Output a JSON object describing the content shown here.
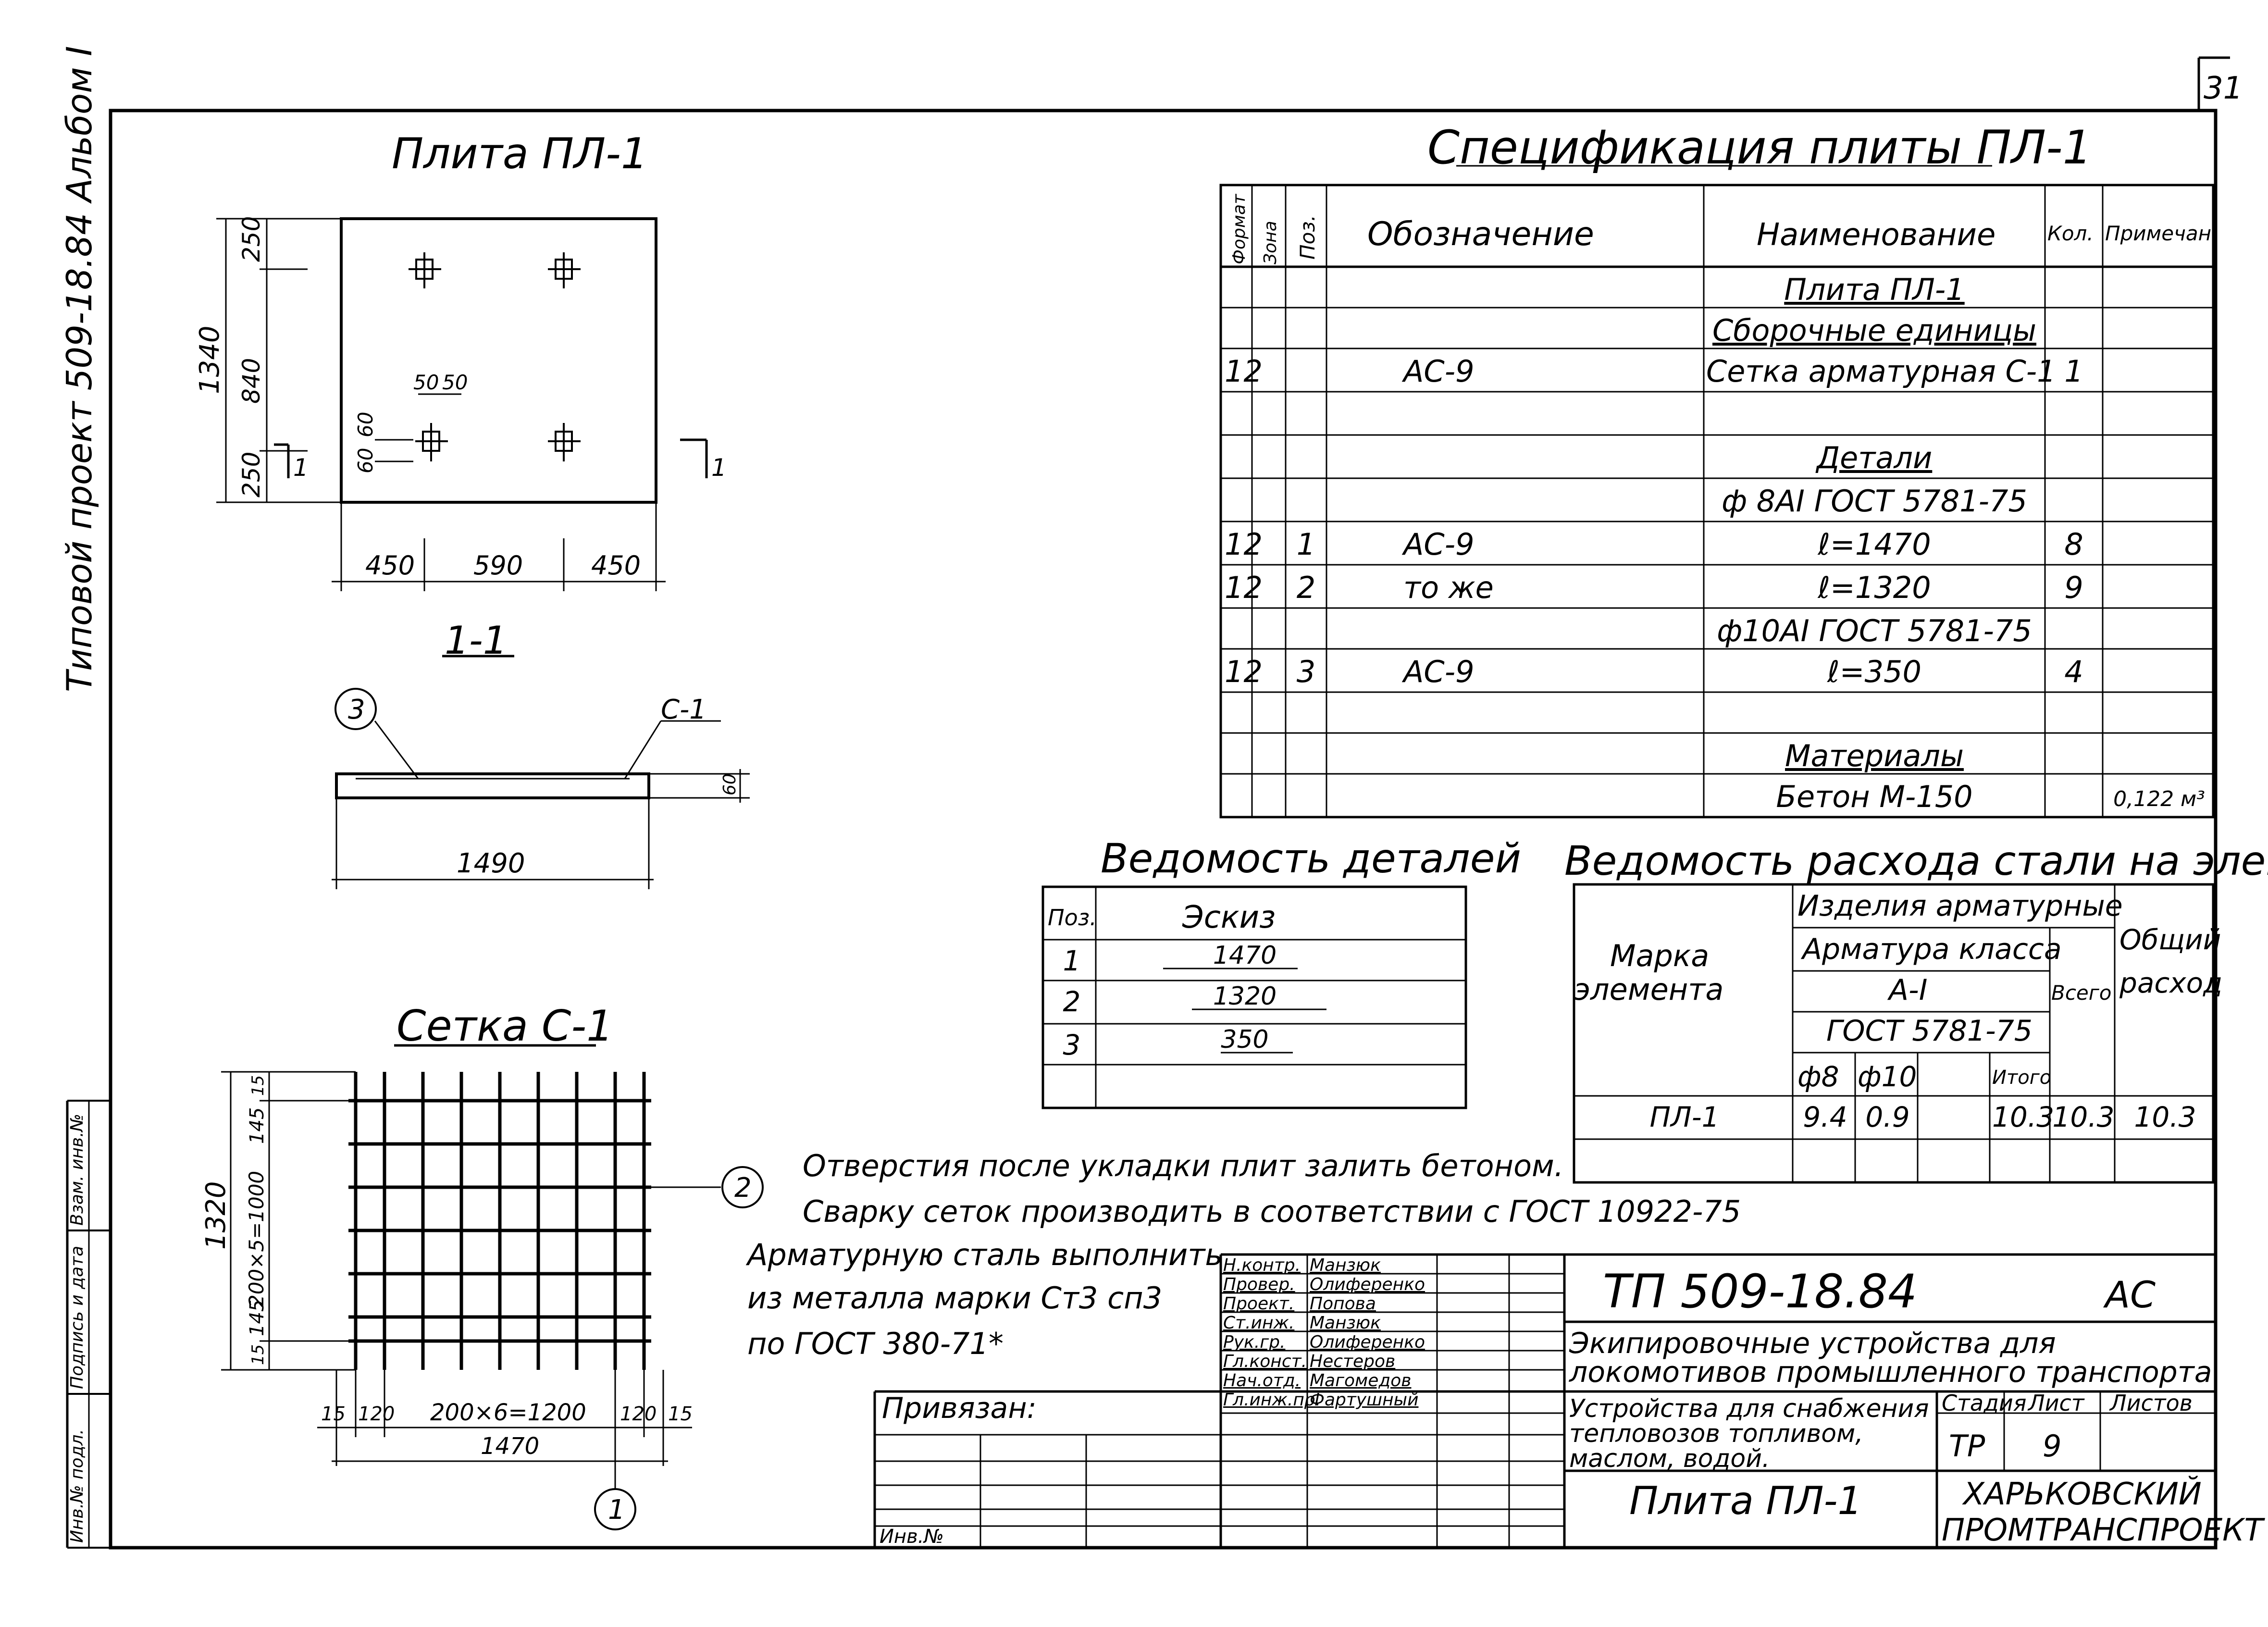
{
  "page_number": "31",
  "side_title": "Типовой проект 509-18.84 Альбом I",
  "plate": {
    "title": "Плита ПЛ-1",
    "dims_vertical": [
      "250",
      "840",
      "250"
    ],
    "dim_total_vertical": "1340",
    "dims_horizontal": [
      "450",
      "590",
      "450"
    ],
    "hole_dims": [
      "50",
      "50"
    ],
    "hole_dims_v": [
      "60",
      "60"
    ],
    "section_mark": "1",
    "section_mark_left": "1"
  },
  "section": {
    "title": "1-1",
    "callout_3": "3",
    "callout_c1": "С-1",
    "dim_length": "1490",
    "dim_height": "60"
  },
  "mesh": {
    "title": "Сетка С-1",
    "dim_total_vertical": "1320",
    "dims_vertical": [
      "15",
      "145",
      "200×5=1000",
      "145",
      "15"
    ],
    "dims_horizontal": [
      "15",
      "120",
      "200×6=1200",
      "120",
      "15"
    ],
    "dim_total_horizontal": "1470",
    "callout_1": "1",
    "callout_2": "2"
  },
  "spec": {
    "title": "Спецификация плиты ПЛ-1",
    "headers": [
      "Формат",
      "Зона",
      "Поз.",
      "Обозначение",
      "Наименование",
      "Кол.",
      "Примечан."
    ],
    "rows": [
      [
        "",
        "",
        "",
        "",
        "Плита ПЛ-1",
        "",
        ""
      ],
      [
        "",
        "",
        "",
        "",
        "Сборочные единицы",
        "",
        ""
      ],
      [
        "12",
        "",
        "",
        "АС-9",
        "Сетка арматурная С-1",
        "1",
        ""
      ],
      [
        "",
        "",
        "",
        "",
        "",
        "",
        ""
      ],
      [
        "",
        "",
        "",
        "",
        "Детали",
        "",
        ""
      ],
      [
        "",
        "",
        "",
        "",
        "ф 8АI ГОСТ 5781-75",
        "",
        ""
      ],
      [
        "12",
        "",
        "1",
        "АС-9",
        "ℓ=1470",
        "8",
        ""
      ],
      [
        "12",
        "",
        "2",
        "то же",
        "ℓ=1320",
        "9",
        ""
      ],
      [
        "",
        "",
        "",
        "",
        "ф10АI ГОСТ 5781-75",
        "",
        ""
      ],
      [
        "12",
        "",
        "3",
        "АС-9",
        "ℓ=350",
        "4",
        ""
      ],
      [
        "",
        "",
        "",
        "",
        "",
        "",
        ""
      ],
      [
        "",
        "",
        "",
        "",
        "Материалы",
        "",
        ""
      ],
      [
        "",
        "",
        "",
        "",
        "Бетон М-150",
        "",
        "0,122 м³"
      ]
    ]
  },
  "details": {
    "title": "Ведомость деталей",
    "headers": [
      "Поз.",
      "Эскиз"
    ],
    "rows": [
      [
        "1",
        "1470"
      ],
      [
        "2",
        "1320"
      ],
      [
        "3",
        "350"
      ],
      [
        "",
        ""
      ]
    ]
  },
  "steel": {
    "title": "Ведомость расхода стали на элемент",
    "h_mark": "Марка элемента",
    "h_items": "Изделия арматурные",
    "h_class": "Арматура класса",
    "h_ai": "А-I",
    "h_gost": "ГОСТ 5781-75",
    "h_f8": "ф8",
    "h_f10": "ф10",
    "h_itogo": "Итого",
    "h_vsego": "Всего",
    "h_total": "Общий расход",
    "row": [
      "ПЛ-1",
      "9.4",
      "0.9",
      "",
      "10.3",
      "10.3",
      "10.3"
    ]
  },
  "notes": [
    "Отверстия после укладки плит залить бетоном.",
    "Сварку сеток производить в соответствии с ГОСТ 10922-75",
    "Арматурную сталь выполнить",
    "из металла марки Ст3 сп3",
    "по ГОСТ 380-71*"
  ],
  "stamp": {
    "privyazan": "Привязан:",
    "inv_no": "Инв.№",
    "roles": [
      "Н.контр.",
      "Провер.",
      "Проект.",
      "Ст.инж.",
      "Рук.гр.",
      "Гл.конст.",
      "Нач.отд.",
      "Гл.инж.пр."
    ],
    "names": [
      "Манзюк",
      "Олиференко",
      "Попова",
      "Манзюк",
      "Олиференко",
      "Нестеров",
      "Магомедов",
      "Фартушный"
    ],
    "code": "ТП 509-18.84",
    "code_suffix": "АС",
    "project_name": "Экипировочные устройства для локомотивов промышленного транспорта",
    "object_name": "Устройства для снабжения тепловозов топливом, маслом, водой.",
    "stadia_label": "Стадия",
    "list_label": "Лист",
    "listov_label": "Листов",
    "stadia": "ТР",
    "list": "9",
    "listov": "",
    "drawing_title": "Плита ПЛ-1",
    "org": [
      "ХАРЬКОВСКИЙ",
      "ПРОМТРАНСПРОЕКТ"
    ]
  },
  "left_strip": [
    "Инв.№ подл.",
    "Подпись и дата",
    "Взам. инв.№"
  ]
}
